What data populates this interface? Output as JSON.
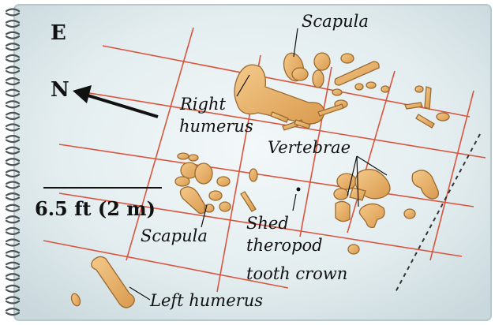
{
  "map": {
    "compass": {
      "east": "E",
      "north": "N"
    },
    "scale": "6.5 ft (2 m)",
    "labels": {
      "scapula_top": "Scapula",
      "right_humerus_1": "Right",
      "right_humerus_2": "humerus",
      "vertebrae": "Vertebrae",
      "scapula_left": "Scapula",
      "tooth_1": "Shed",
      "tooth_2": "theropod",
      "tooth_3": "tooth crown",
      "left_humerus": "Left humerus"
    },
    "colors": {
      "paper": "#e3edef",
      "grid": "#d9553f",
      "bone": "#e9b067",
      "bone_dark": "#9a6a30",
      "spiral": "#4a5456"
    }
  }
}
